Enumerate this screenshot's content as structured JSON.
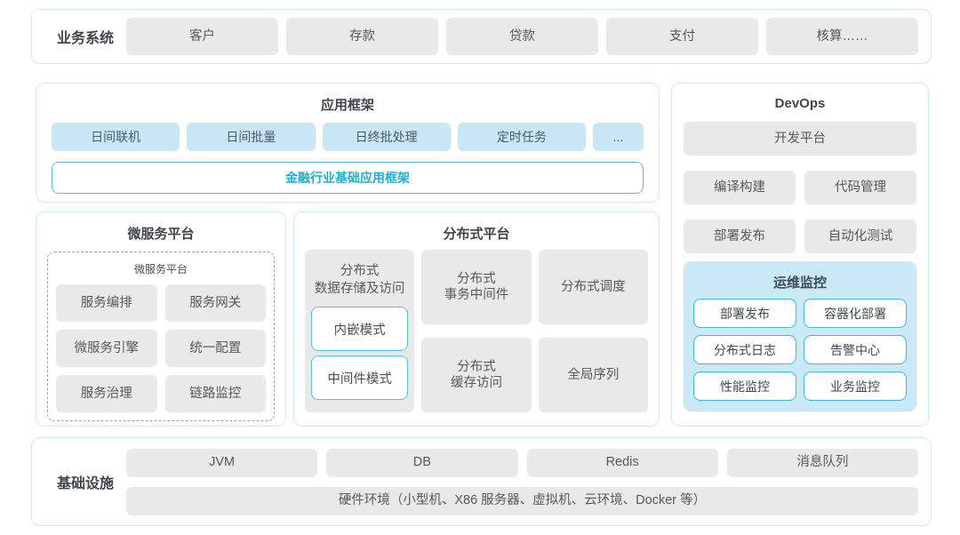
{
  "colors": {
    "accent_cyan_text": "#1db0d3",
    "cyan_border": "#57c2de",
    "panel_border": "#cdebf6",
    "blue_fill": "#c9e6f6",
    "ops_panel_fill": "#c9e9f7",
    "gray_fill": "#e9e9e9"
  },
  "business_systems": {
    "label": "业务系统",
    "items": [
      "客户",
      "存款",
      "贷款",
      "支付",
      "核算……"
    ]
  },
  "app_framework": {
    "title": "应用框架",
    "items": [
      "日间联机",
      "日间批量",
      "日终批处理",
      "定时任务",
      "..."
    ],
    "base_framework": "金融行业基础应用框架"
  },
  "microservice_platform": {
    "title": "微服务平台",
    "inner_title": "微服务平台",
    "items": [
      "服务编排",
      "服务网关",
      "微服务引擎",
      "统一配置",
      "服务治理",
      "链路监控"
    ]
  },
  "distributed_platform": {
    "title": "分布式平台",
    "storage": {
      "title": "分布式\n数据存储及访问",
      "modes": [
        "内嵌模式",
        "中间件模式"
      ]
    },
    "cells": [
      "分布式\n事务中间件",
      "分布式调度",
      "分布式\n缓存访问",
      "全局序列"
    ]
  },
  "devops": {
    "title": "DevOps",
    "dev_platform": "开发平台",
    "items": [
      "编译构建",
      "代码管理",
      "部署发布",
      "自动化测试"
    ],
    "ops_monitoring": {
      "title": "运维监控",
      "items": [
        "部署发布",
        "容器化部署",
        "分布式日志",
        "告警中心",
        "性能监控",
        "业务监控"
      ]
    }
  },
  "infrastructure": {
    "label": "基础设施",
    "items": [
      "JVM",
      "DB",
      "Redis",
      "消息队列"
    ],
    "hardware": "硬件环境（小型机、X86 服务器、虚拟机、云环境、Docker 等）"
  }
}
